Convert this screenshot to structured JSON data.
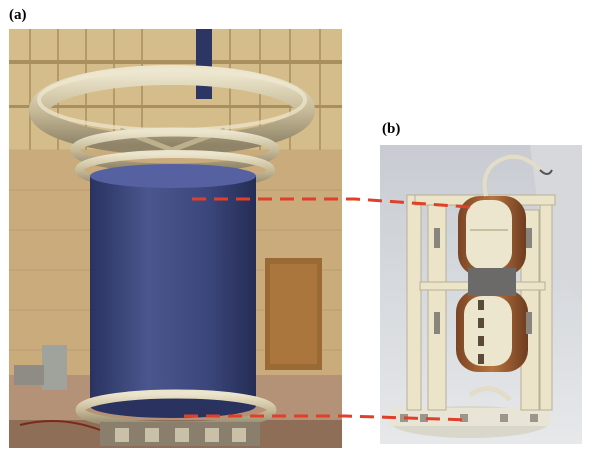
{
  "figure": {
    "panel_a_label": "(a)",
    "panel_b_label": "(b)"
  },
  "colors": {
    "coil_blue": "#3f4a7e",
    "ring_silver": "#cfc5a6",
    "wall_panel": "#c9b27e",
    "floor": "#b08d6a",
    "connector_dash": "#e0402a",
    "winding_copper": "#a8643a",
    "frame_cream": "#e9e2c8"
  },
  "icons": [
    "photo-coil-assembly",
    "photo-transformer-core"
  ]
}
